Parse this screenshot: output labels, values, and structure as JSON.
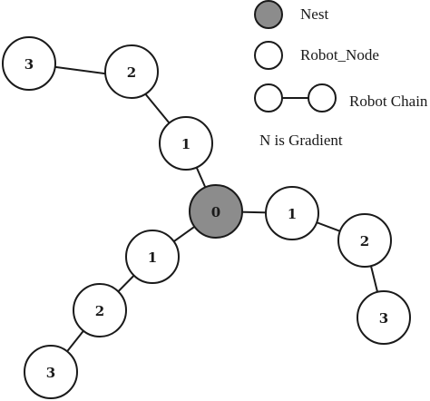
{
  "legend": {
    "nest_label": "Nest",
    "robot_node_label": "Robot_Node",
    "robot_chain_label": "Robot Chain",
    "gradient_note": "N is Gradient"
  },
  "nodes": {
    "nest": "0",
    "up_1": "1",
    "up_2": "2",
    "up_3": "3",
    "right_1": "1",
    "right_2": "2",
    "right_3": "3",
    "down_1": "1",
    "down_2": "2",
    "down_3": "3"
  },
  "colors": {
    "nest_fill": "#8c8c8c",
    "node_fill": "#ffffff",
    "stroke": "#1a1a1a"
  }
}
